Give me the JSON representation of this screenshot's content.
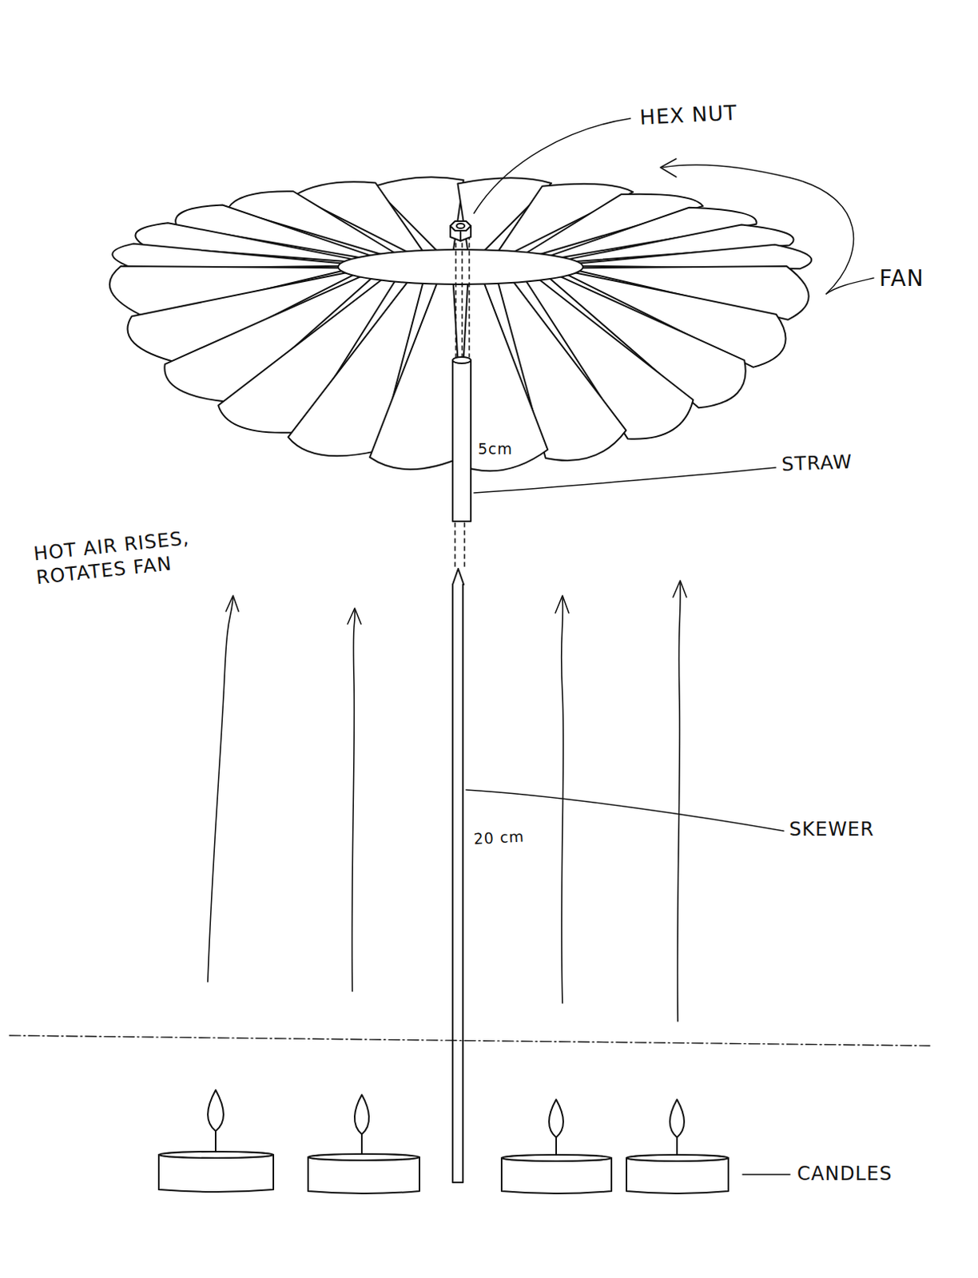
{
  "diagram": {
    "labels": [
      "HEX NUT",
      "FAN",
      "5cm",
      "STRAW",
      "HOT AIR RISES, ROTATES FAN",
      "SKEWER",
      "20 cm",
      "CANDLES"
    ]
  }
}
